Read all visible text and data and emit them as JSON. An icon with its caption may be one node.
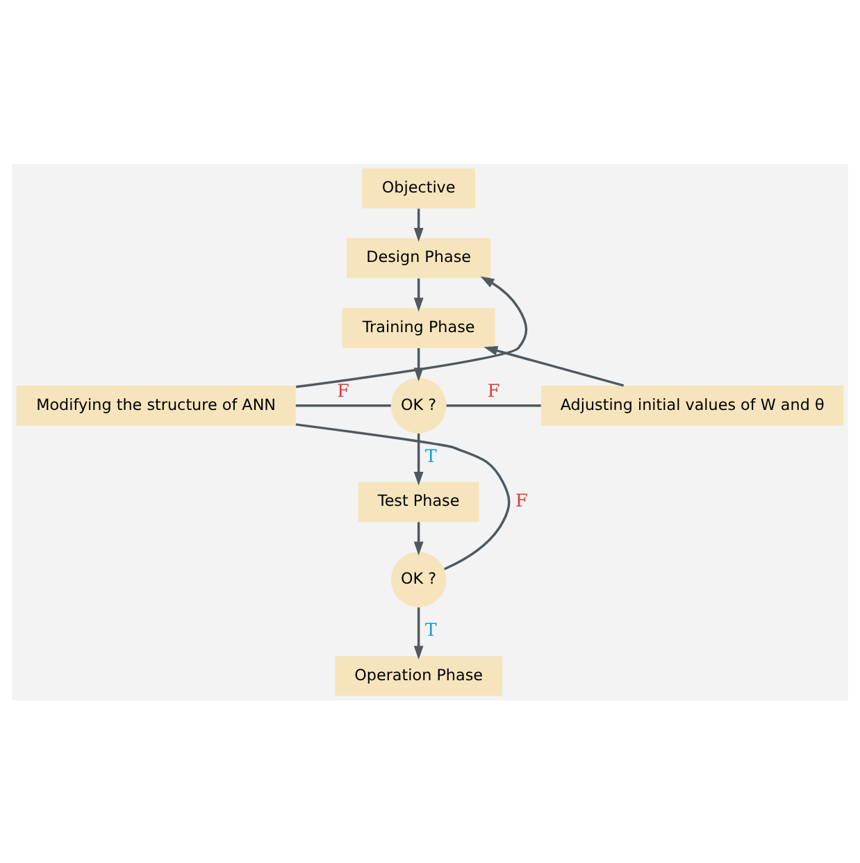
{
  "diagram": {
    "nodes": [
      {
        "text": [
          "Objective"
        ]
      },
      {
        "text": [
          "Design Phase"
        ]
      },
      {
        "text": [
          "Training Phase"
        ]
      },
      {
        "text": [
          "Modifying the structure of ANN"
        ]
      },
      {
        "text": [
          "Adjusting initial values of W and θ"
        ]
      },
      {
        "text": [
          "OK ?"
        ]
      },
      {
        "text": [
          "Test Phase"
        ]
      },
      {
        "text": [
          "OK ?"
        ]
      },
      {
        "text": [
          "Operation Phase"
        ]
      }
    ],
    "edges": [
      {
        "from": 0,
        "to": 1,
        "arrow": "to"
      },
      {
        "from": 1,
        "to": 2,
        "arrow": "to"
      },
      {
        "from": 2,
        "to": 5,
        "arrow": "to"
      },
      {
        "from": 5,
        "to": 6,
        "arrow": "to",
        "label": "T"
      },
      {
        "from": 6,
        "to": 7,
        "arrow": "to"
      },
      {
        "from": 7,
        "to": 8,
        "arrow": "to",
        "label": "T"
      },
      {
        "from": 5,
        "to": 4,
        "arrow": "none",
        "label": "F"
      },
      {
        "from": 4,
        "to": 2,
        "arrow": "to"
      },
      {
        "from": 5,
        "to": 3,
        "arrow": "none",
        "label": "F"
      },
      {
        "from": 7,
        "to": 3,
        "arrow": "none",
        "label": "F"
      },
      {
        "from": 3,
        "to": 1,
        "arrow": "to"
      }
    ]
  }
}
